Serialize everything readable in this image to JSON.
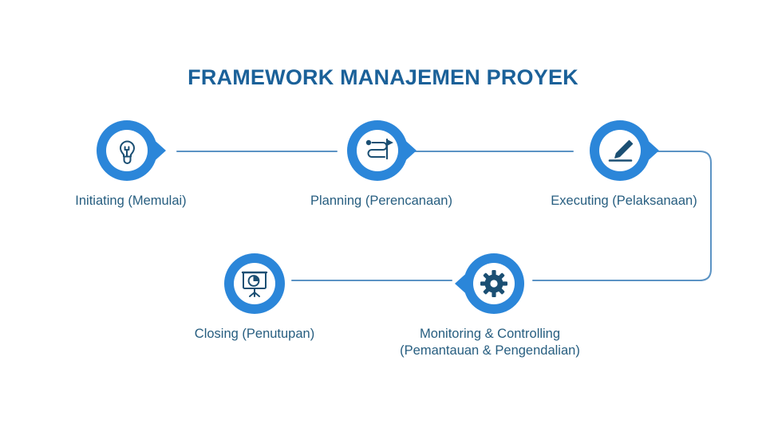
{
  "page": {
    "title": "FRAMEWORK MANAJEMEN PROYEK",
    "background_color": "#ffffff",
    "title_color": "#1b6199",
    "label_color": "#275e80",
    "accent_color": "#2b86d9",
    "badge_ring_color": "#2b86d9",
    "connector_color": "#5b93c4"
  },
  "diagram": {
    "type": "process-flow",
    "steps": [
      {
        "id": "initiating",
        "order": 1,
        "label": "Initiating (Memulai)",
        "english": "Initiating",
        "indonesian": "Memulai",
        "icon": "lightbulb-icon",
        "badge_direction": "right"
      },
      {
        "id": "planning",
        "order": 2,
        "label": "Planning (Perencanaan)",
        "english": "Planning",
        "indonesian": "Perencanaan",
        "icon": "roadmap-flag-icon",
        "badge_direction": "right"
      },
      {
        "id": "executing",
        "order": 3,
        "label": "Executing (Pelaksanaan)",
        "english": "Executing",
        "indonesian": "Pelaksanaan",
        "icon": "pencil-write-icon",
        "badge_direction": "right"
      },
      {
        "id": "monitoring",
        "order": 4,
        "label": "Monitoring & Controlling\n(Pemantauan & Pengendalian)",
        "english": "Monitoring & Controlling",
        "indonesian": "Pemantauan & Pengendalian",
        "icon": "gear-icon",
        "badge_direction": "left"
      },
      {
        "id": "closing",
        "order": 5,
        "label": "Closing (Penutupan)",
        "english": "Closing",
        "indonesian": "Penutupan",
        "icon": "presentation-pie-chart-icon",
        "badge_direction": "none"
      }
    ],
    "connectors": [
      {
        "from": "initiating",
        "to": "planning",
        "shape": "straight-horizontal"
      },
      {
        "from": "planning",
        "to": "executing",
        "shape": "straight-horizontal"
      },
      {
        "from": "executing",
        "to": "monitoring",
        "shape": "elbow-right-down-left"
      },
      {
        "from": "monitoring",
        "to": "closing",
        "shape": "straight-horizontal"
      }
    ]
  }
}
